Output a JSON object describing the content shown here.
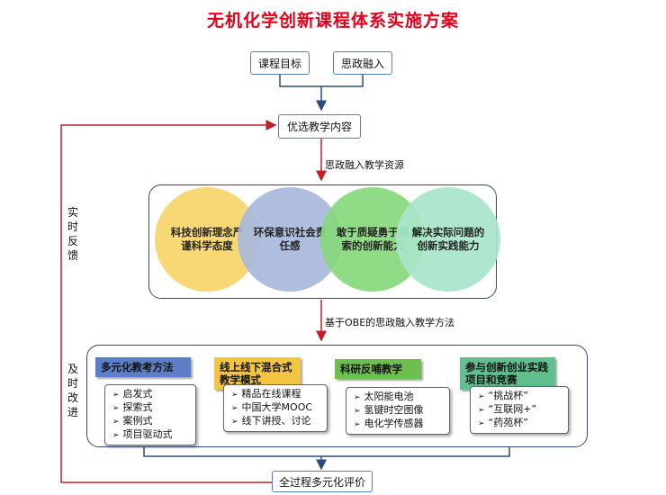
{
  "title": "无机化学创新课程体系实施方案",
  "top_boxes": {
    "goal": "课程目标",
    "ideology": "思政融入"
  },
  "content_box": "优选教学内容",
  "arrow1_label": "思政融入教学资源",
  "arrow2_label": "基于OBE的思政融入教学方法",
  "left_labels": {
    "feedback": "实时反馈",
    "improve": "及时改进"
  },
  "circles": [
    {
      "text": "科技创新理念严谨科学态度",
      "color": "#f7d56a"
    },
    {
      "text": "环保意识社会责任感",
      "color": "#a9b8dc"
    },
    {
      "text": "敢于质疑勇于探索的创新能力",
      "color": "#86d87c"
    },
    {
      "text": "解决实际问题的创新实践能力",
      "color": "#a8e6c9"
    }
  ],
  "methods": [
    {
      "head": "多元化教考方法",
      "color": "#5b7fc7",
      "items": [
        "启发式",
        "探索式",
        "案例式",
        "项目驱动式"
      ]
    },
    {
      "head": "线上线下混合式教学模式",
      "color": "#f4c542",
      "items": [
        "精品在线课程",
        "中国大学MOOC",
        "线下讲授、讨论"
      ]
    },
    {
      "head": "科研反哺教学",
      "color": "#6cbf4e",
      "items": [
        "太阳能电池",
        "氢键时空图像",
        "电化学传感器"
      ]
    },
    {
      "head": "参与创新创业实践项目和竞赛",
      "color": "#5fbf8f",
      "items": [
        "“挑战杯”",
        "“互联网+”",
        "“药苑杯”"
      ]
    }
  ],
  "evaluation_box": "全过程多元化评价",
  "colors": {
    "title": "#e2001a",
    "feedback_line": "#c0202a",
    "box_border": "#5a7ec0"
  }
}
